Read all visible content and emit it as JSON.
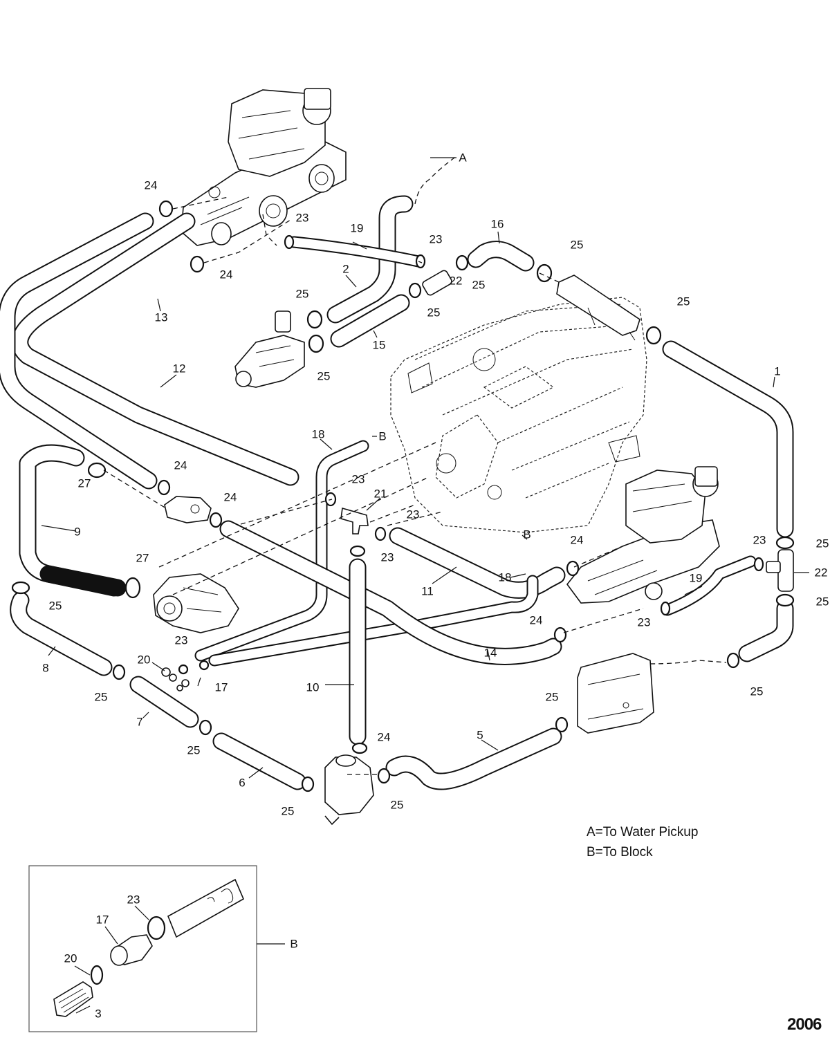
{
  "figure_number": "2006",
  "legend": {
    "a": "A=To Water Pickup",
    "b": "B=To Block"
  },
  "labels": {
    "A": "A",
    "B": "B",
    "p1": "1",
    "p2": "2",
    "p3": "3",
    "p5": "5",
    "p6": "6",
    "p7": "7",
    "p8": "8",
    "p9": "9",
    "p10": "10",
    "p11": "11",
    "p12": "12",
    "p13": "13",
    "p14": "14",
    "p15": "15",
    "p16": "16",
    "p17": "17",
    "p18": "18",
    "p19": "19",
    "p20": "20",
    "p21": "21",
    "p22": "22",
    "p23": "23",
    "p24": "24",
    "p25": "25",
    "p27": "27"
  }
}
